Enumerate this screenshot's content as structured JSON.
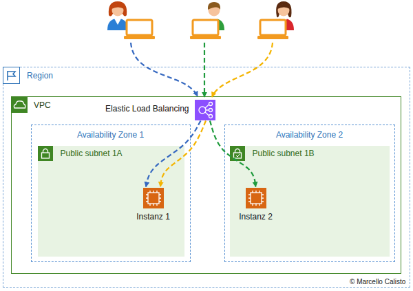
{
  "diagram": {
    "nodes": [
      {
        "text": [
          "Region"
        ]
      },
      {
        "text": [
          "VPC"
        ],
        "in": 0
      },
      {
        "text": [
          "Elastic Load Balancing"
        ],
        "in": 1
      },
      {
        "text": [
          "Availability Zone 1"
        ],
        "in": 1
      },
      {
        "text": [
          "Public subnet 1A"
        ],
        "in": 3
      },
      {
        "text": [
          "Instanz 1"
        ],
        "in": 4
      },
      {
        "text": [
          "Availability Zone 2"
        ],
        "in": 1
      },
      {
        "text": [
          "Public subnet 1B"
        ],
        "in": 6
      },
      {
        "text": [
          "Instanz 2"
        ],
        "in": 7
      }
    ],
    "edges": [
      {
        "from": 2,
        "to": 5,
        "arrow": "to"
      },
      {
        "from": 2,
        "to": 5,
        "arrow": "to"
      },
      {
        "from": 2,
        "to": 8,
        "arrow": "to"
      }
    ],
    "labels": [
      "© Marcello Calisto"
    ]
  }
}
